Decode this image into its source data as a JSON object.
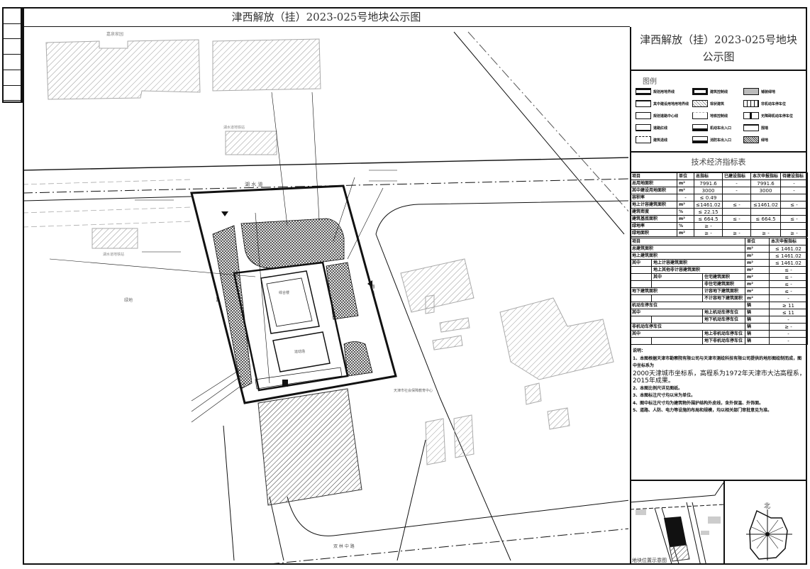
{
  "title": "津西解放（挂）2023-025号地块公示图",
  "panel_title_line1": "津西解放（挂）2023-025号地块",
  "panel_title_line2": "公示图",
  "legend": {
    "title": "图例",
    "items": [
      "规划用地界线",
      "其中建设用地用地界线",
      "规划道路中心线",
      "道路红线",
      "建筑退线",
      "建筑控制线",
      "现状建筑",
      "地铁控制线",
      "机动车出入口",
      "消防车出入口",
      "铺装绿地",
      "非机动车停车位",
      "无障碍机动车停车位",
      "围墙",
      "绿地"
    ]
  },
  "table1": {
    "title": "技术经济指标表",
    "headers": [
      "项目",
      "单位",
      "总指标",
      "已建设指标",
      "本次申报指标",
      "待建设指标"
    ],
    "rows": [
      [
        "总用地面积",
        "m²",
        "7991.6",
        "-",
        "7991.6",
        "-"
      ],
      [
        "其中建设用地面积",
        "m²",
        "3000",
        "-",
        "3000",
        "-"
      ],
      [
        "容积率",
        "-",
        "≤ 0.49",
        "",
        "",
        ""
      ],
      [
        "地上计容建筑面积",
        "m²",
        "≤1461.02",
        "≤ -",
        "≤1461.02",
        "≤ -"
      ],
      [
        "建筑密度",
        "%",
        "≤ 22.15",
        "",
        "",
        ""
      ],
      [
        "建筑基底面积",
        "m²",
        "≤ 664.5",
        "≤ -",
        "≤ 664.5",
        "≤ -"
      ],
      [
        "绿地率",
        "%",
        "≥ -",
        "",
        "",
        ""
      ],
      [
        "绿地面积",
        "m²",
        "≥ -",
        "≥ -",
        "≥ -",
        "≥ -"
      ]
    ]
  },
  "table2": {
    "headers": [
      "项目",
      "",
      "",
      "单位",
      "本次申报指标"
    ],
    "rows": [
      [
        "总建筑面积",
        "",
        "",
        "m²",
        "≤ 1461.02"
      ],
      [
        "地上建筑面积",
        "",
        "",
        "m²",
        "≤ 1461.02"
      ],
      [
        "其中",
        "地上计容建筑面积",
        "",
        "m²",
        "≤ 1461.02"
      ],
      [
        "",
        "地上其他非计容建筑面积",
        "",
        "m²",
        "≤ -"
      ],
      [
        "",
        "其中",
        "住宅建筑面积",
        "m²",
        "≤ -"
      ],
      [
        "",
        "",
        "非住宅建筑面积",
        "m²",
        "≤ -"
      ],
      [
        "地下建筑面积",
        "",
        "计容地下建筑面积",
        "m²",
        "≤ -"
      ],
      [
        "",
        "",
        "不计容地下建筑面积",
        "m²",
        "-"
      ],
      [
        "机动车停车位",
        "",
        "",
        "辆",
        "≥ 11"
      ],
      [
        "其中",
        "",
        "地上机动车停车位",
        "辆",
        "≤ 11"
      ],
      [
        "",
        "",
        "地下机动车停车位",
        "辆",
        "-"
      ],
      [
        "非机动车停车位",
        "",
        "",
        "辆",
        "≥ -"
      ],
      [
        "其中",
        "",
        "地上非机动车停车位",
        "辆",
        "-"
      ],
      [
        "",
        "",
        "地下非机动车停车位",
        "辆",
        "-"
      ]
    ]
  },
  "notes": {
    "title": "说明：",
    "items": [
      "1、本图根据天津市勘察院有限公司与天津市测绘科技有限公司提供的地形图绘制而成，图中坐标系为",
      "2000天津城市坐标系，高程系为1972年天津市大沽高程系，2015年成果。",
      "2、本图比例尺详见图纸。",
      "3、本图标注尺寸均以米为单位。",
      "4、图中标注尺寸均为建筑物外围护结构外皮线，含外保温、外饰面。",
      "5、道路、人防、电力等设施的布局和规模，均以相关部门审批意见为准。"
    ]
  },
  "map": {
    "labels": {
      "residence": "嘉泉家园",
      "road_north": "湖 水 道",
      "road_east": "梅 林 路",
      "road_west": "榕 林 路",
      "road_south": "双 林 中 路",
      "greenland": "绿地",
      "metro_1": "湖水道地铁站",
      "metro_2": "湖水道地铁站",
      "school": "天津市社会保障教育中心",
      "building": "综合楼",
      "court": "运动场"
    }
  },
  "minimap": {
    "caption": "地块位置示意图"
  },
  "compass": {
    "north": "北"
  }
}
